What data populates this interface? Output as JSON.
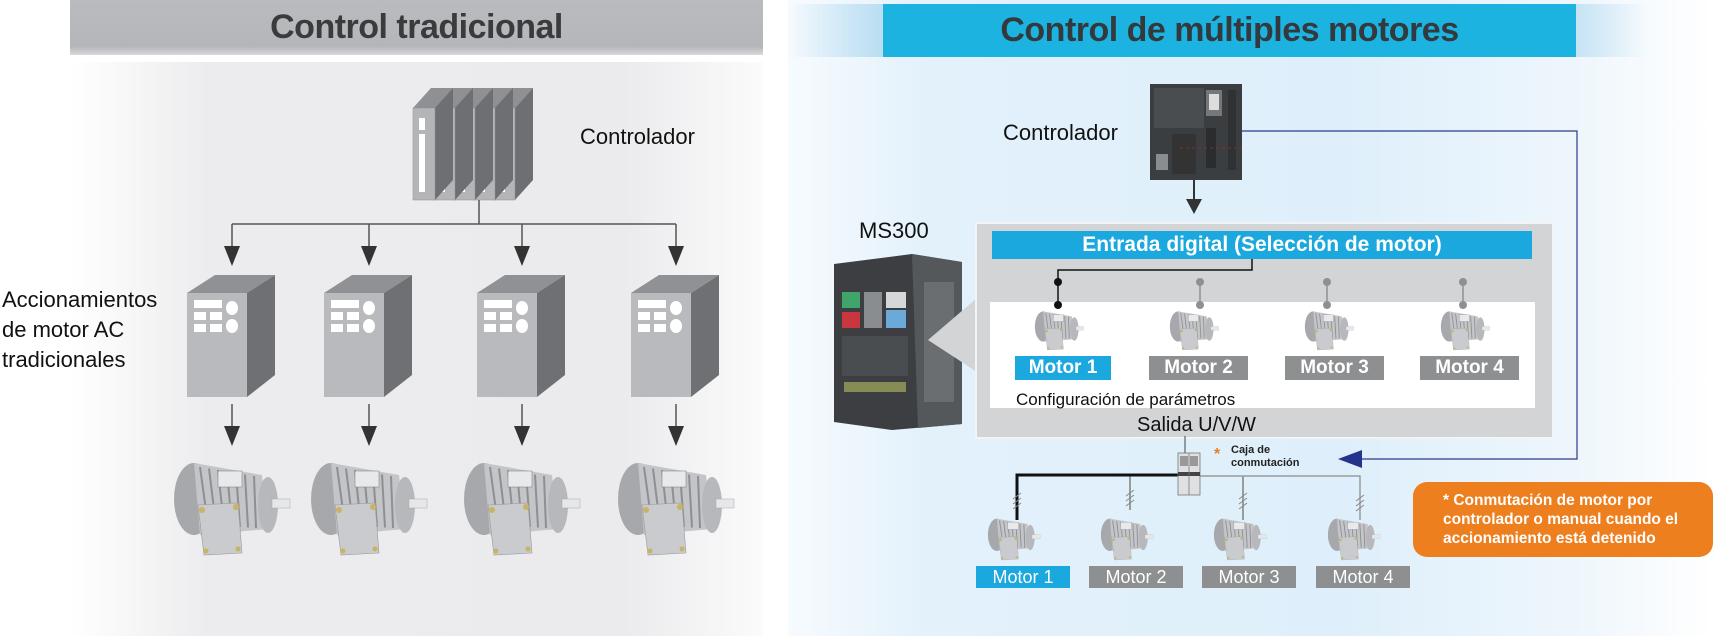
{
  "left_panel": {
    "title": "Control tradicional",
    "controller_label": "Controlador",
    "drives_label_lines": [
      "Accionamientos",
      "de motor AC",
      "tradicionales"
    ],
    "drive_count": 4,
    "motor_count": 4
  },
  "right_panel": {
    "title": "Control de múltiples motores",
    "controller_label": "Controlador",
    "drive_model": "MS300",
    "digital_input_label": "Entrada digital (Selección de motor)",
    "parameter_motors": [
      {
        "label": "Motor 1",
        "selected": true
      },
      {
        "label": "Motor 2",
        "selected": false
      },
      {
        "label": "Motor 3",
        "selected": false
      },
      {
        "label": "Motor 4",
        "selected": false
      }
    ],
    "parameter_config_label": "Configuración de parámetros",
    "output_label": "Salida U/V/W",
    "switch_box_asterisk": "*",
    "switch_box_label_lines": [
      "Caja de",
      "conmutación"
    ],
    "output_motors": [
      {
        "label": "Motor 1",
        "selected": true
      },
      {
        "label": "Motor 2",
        "selected": false
      },
      {
        "label": "Motor 3",
        "selected": false
      },
      {
        "label": "Motor 4",
        "selected": false
      }
    ],
    "note_lines": [
      "* Conmutación de motor por",
      "controlador o manual cuando el",
      "accionamiento está detenido"
    ]
  },
  "colors": {
    "accent_blue": "#1ba8df",
    "header_blue": "#1db3e0",
    "header_grey": "#b6b8bc",
    "inactive_grey": "#8e8f91",
    "note_orange": "#ed7f1f",
    "signal_line": "#2b3a8c"
  }
}
